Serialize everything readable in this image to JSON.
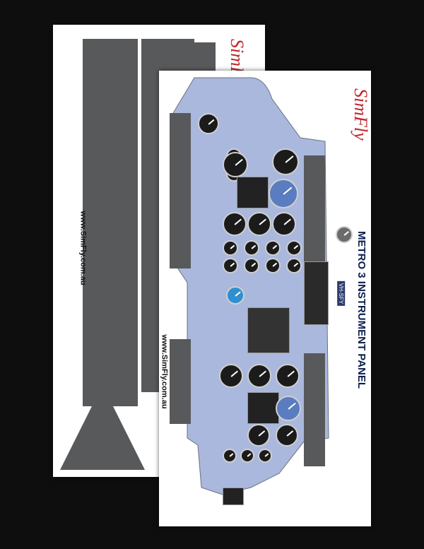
{
  "back_poster": {
    "brand": "SimFly",
    "url": "www.SimFly.com.au"
  },
  "front_poster": {
    "brand": "SimFly",
    "url": "www.SimFly.com.au",
    "title": "METRO 3 INSTRUMENT PANEL",
    "tag": "VH-SFY"
  },
  "colors": {
    "background": "#0e0e0e",
    "panel_blue": "#aab8dd",
    "panel_gray": "#58595b",
    "brand_red": "#c0272d"
  }
}
